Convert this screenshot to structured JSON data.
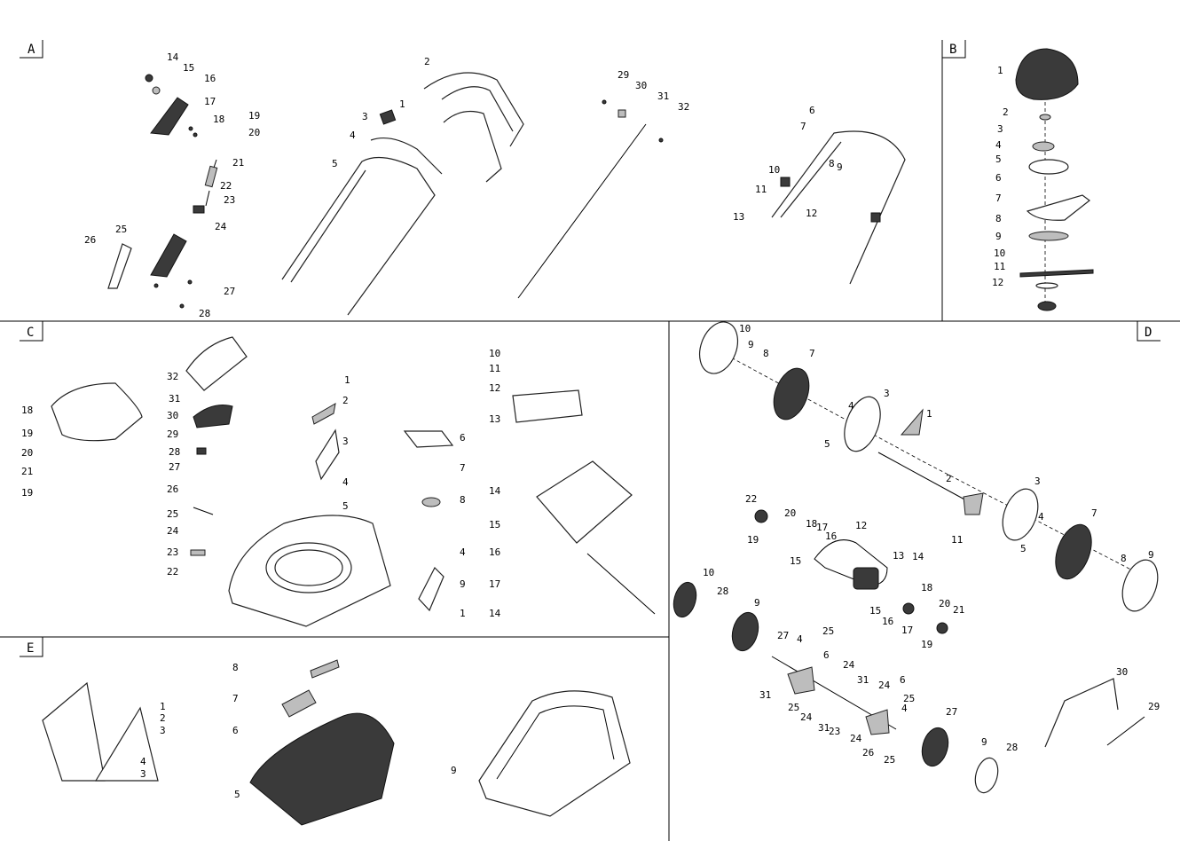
{
  "sections": [
    {
      "id": "A",
      "label": "A"
    },
    {
      "id": "B",
      "label": "B"
    },
    {
      "id": "C",
      "label": "C"
    },
    {
      "id": "D",
      "label": "D"
    },
    {
      "id": "E",
      "label": "E"
    }
  ],
  "callouts": {
    "A": [
      "14",
      "15",
      "16",
      "17",
      "18",
      "19",
      "20",
      "21",
      "22",
      "23",
      "24",
      "25",
      "26",
      "27",
      "28",
      "2",
      "3",
      "1",
      "4",
      "5",
      "29",
      "30",
      "31",
      "32",
      "6",
      "7",
      "8",
      "9",
      "10",
      "11",
      "12",
      "13"
    ],
    "B": [
      "1",
      "2",
      "3",
      "4",
      "5",
      "6",
      "7",
      "8",
      "9",
      "10",
      "11",
      "12"
    ],
    "C": [
      "18",
      "19",
      "20",
      "21",
      "19",
      "32",
      "31",
      "30",
      "29",
      "28",
      "27",
      "26",
      "25",
      "24",
      "23",
      "22",
      "1",
      "2",
      "3",
      "4",
      "5",
      "6",
      "7",
      "8",
      "4",
      "9",
      "1",
      "10",
      "11",
      "12",
      "13",
      "14",
      "15",
      "16",
      "17",
      "14"
    ],
    "D": [
      "10",
      "9",
      "8",
      "7",
      "4",
      "5",
      "3",
      "1",
      "2",
      "11",
      "22",
      "20",
      "19",
      "18",
      "17",
      "16",
      "15",
      "12",
      "13",
      "14",
      "15",
      "16",
      "17",
      "18",
      "20",
      "21",
      "19",
      "3",
      "4",
      "5",
      "7",
      "8",
      "9",
      "10",
      "28",
      "9",
      "27",
      "4",
      "25",
      "6",
      "24",
      "31",
      "25",
      "24",
      "31",
      "23",
      "31",
      "24",
      "6",
      "25",
      "4",
      "27",
      "26",
      "25",
      "24",
      "9",
      "28",
      "30",
      "29"
    ],
    "E": [
      "1",
      "2",
      "3",
      "4",
      "3",
      "8",
      "7",
      "6",
      "5",
      "9"
    ]
  }
}
